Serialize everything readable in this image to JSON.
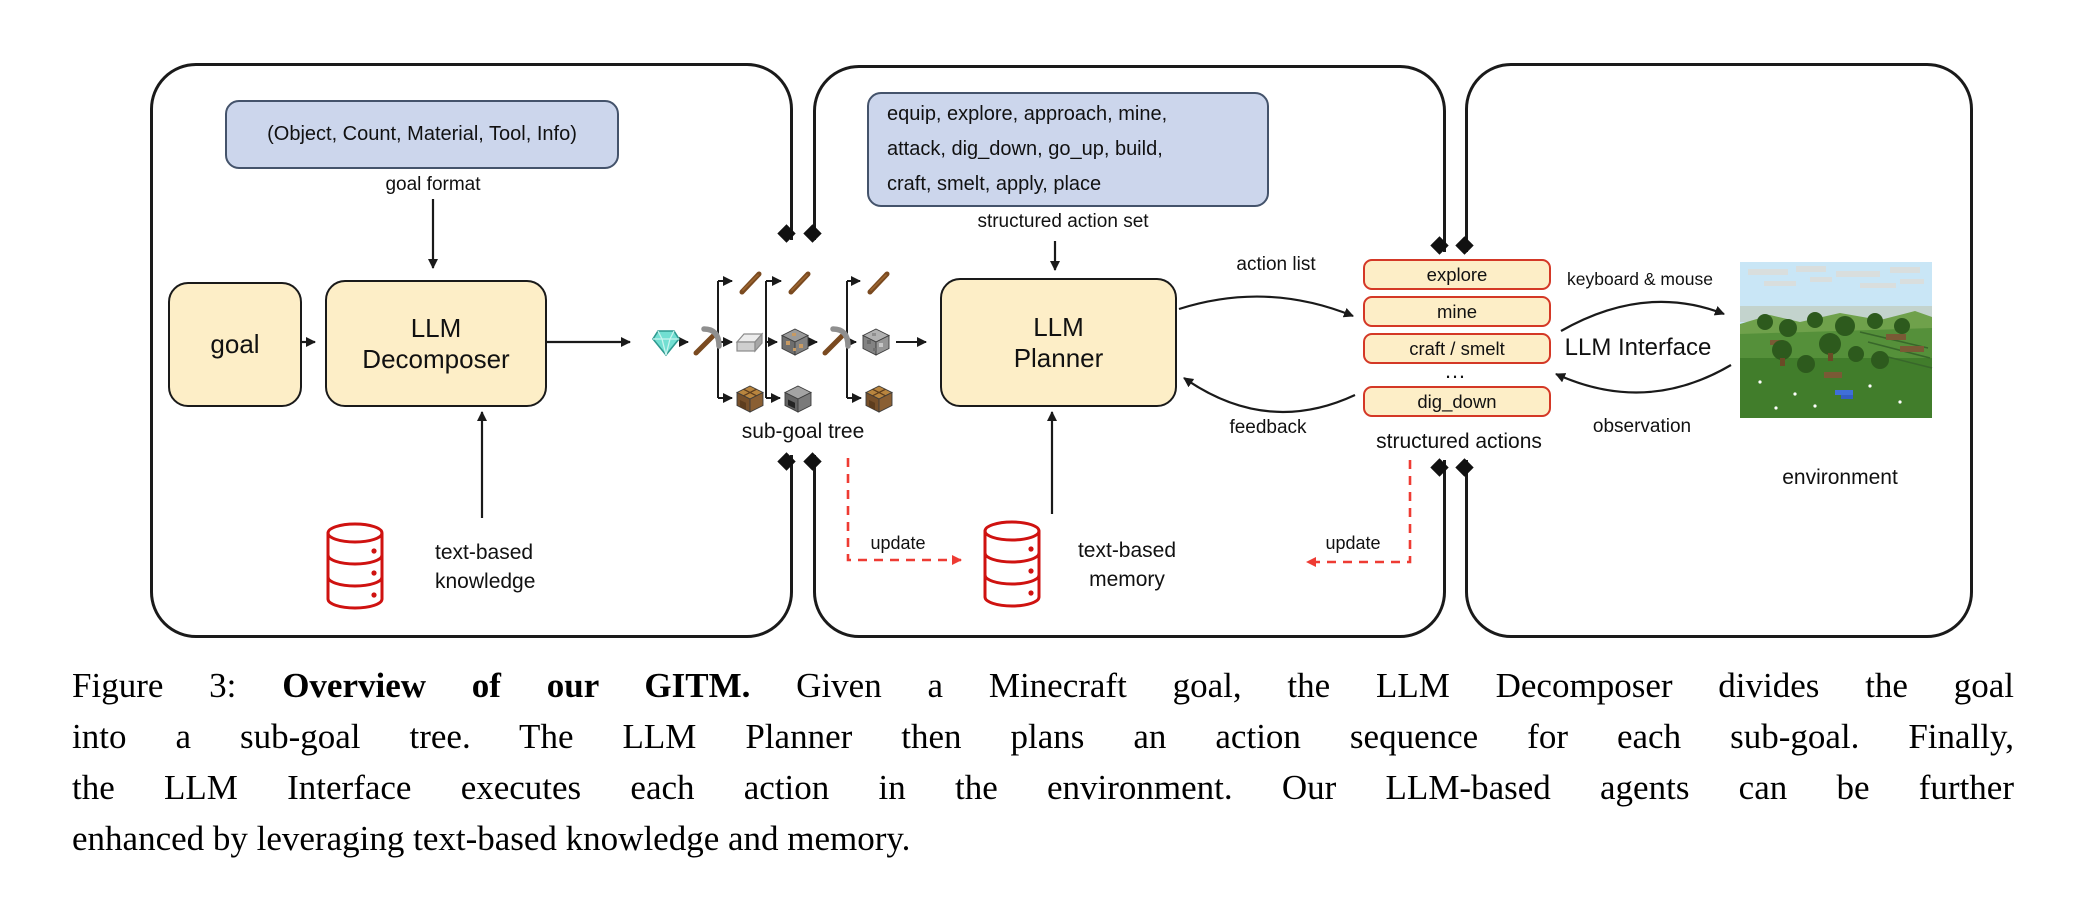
{
  "decomposer_panel": {
    "format_box_text": "(Object, Count, Material, Tool, Info)",
    "format_label": "goal format",
    "goal_box": "goal",
    "decomposer_box": {
      "line1": "LLM",
      "line2": "Decomposer"
    },
    "knowledge_label": {
      "line1": "text-based",
      "line2": "knowledge"
    }
  },
  "subgoal_tree": {
    "label": "sub-goal tree",
    "items": [
      "diamond-gem",
      "iron-pickaxe",
      "stick",
      "iron-ingot",
      "crafting-table",
      "iron-ore",
      "furnace",
      "stone-pickaxe",
      "cobblestone",
      "crafting-table"
    ]
  },
  "planner_panel": {
    "action_set_box": {
      "line1": "equip, explore, approach, mine,",
      "line2": "attack, dig_down, go_up, build,",
      "line3": "craft, smelt, apply, place"
    },
    "action_set_label": "structured action set",
    "planner_box": {
      "line1": "LLM",
      "line2": "Planner"
    },
    "action_list_label": "action list",
    "feedback_label": "feedback",
    "memory_label": {
      "line1": "text-based",
      "line2": "memory"
    },
    "update_left": "update",
    "update_right": "update"
  },
  "actions_column": {
    "items": [
      "explore",
      "mine",
      "craft / smelt",
      "dig_down"
    ],
    "ellipsis": "…",
    "label": "structured actions"
  },
  "interface_panel": {
    "interface_label": "LLM Interface",
    "keyboard_label": "keyboard & mouse",
    "observation_label": "observation",
    "environment_label": "environment"
  },
  "caption": {
    "prefix": "Figure 3: ",
    "bold": "Overview of our GITM.",
    "line1_rest": " Given a Minecraft goal, the LLM Decomposer divides the goal",
    "line2": "into a sub-goal tree. The LLM Planner then plans an action sequence for each sub-goal. Finally,",
    "line3": "the LLM Interface executes each action in the environment. Our LLM-based agents can be further",
    "line4": "enhanced by leveraging text-based knowledge and memory."
  },
  "colors": {
    "panel_border": "#1a1a1a",
    "process_box_fill": "#fdeec7",
    "io_box_fill": "#ccd6ec",
    "action_box_border": "#d43826",
    "database_icon_red": "#cf1210",
    "update_arrow_red": "#ee3b33"
  }
}
